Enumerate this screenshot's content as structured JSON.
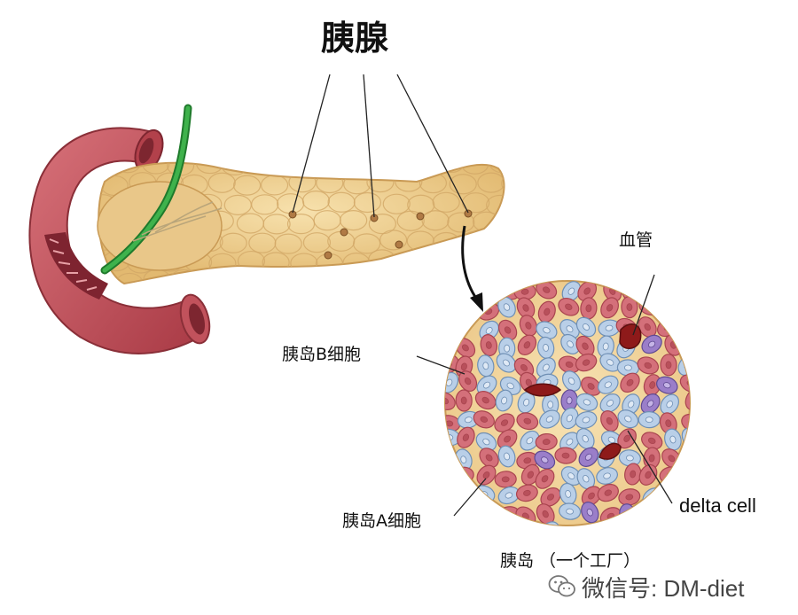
{
  "title": "胰腺",
  "labels": {
    "blood_vessel": "血管",
    "b_cell": "胰岛B细胞",
    "a_cell": "胰岛A细胞",
    "delta_cell": "delta cell",
    "islet": "胰岛 （一个工厂）"
  },
  "watermark": {
    "text": "微信号: DM-diet",
    "icon": "wechat-icon"
  },
  "colors": {
    "pancreas": "#f1d49a",
    "duodenum": "#c85a63",
    "duct": "#2f9a3a",
    "a_cell": "#d4707a",
    "b_cell": "#b9cfe8",
    "delta_cell": "#9a7ec9",
    "blood": "#8e1a1a",
    "islet_bg": "#f5dca6"
  }
}
